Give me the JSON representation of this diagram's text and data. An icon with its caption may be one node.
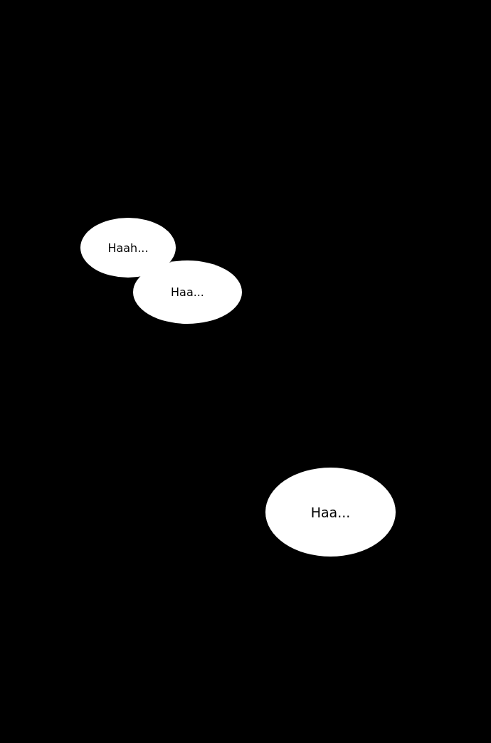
{
  "diagram": {
    "nodes": [
      {
        "text": [
          "Haah..."
        ]
      },
      {
        "text": [
          "Haa..."
        ]
      },
      {
        "text": [
          "Haa..."
        ]
      }
    ]
  }
}
